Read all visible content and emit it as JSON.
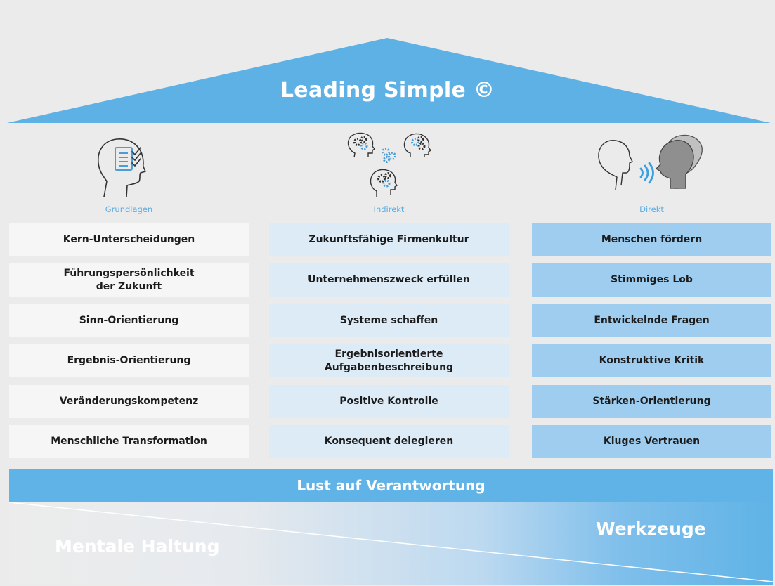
{
  "roof": {
    "title": "Leading Simple ©"
  },
  "columns": [
    {
      "label": "Grundlagen",
      "icon": "head-checklist-icon",
      "items": [
        [
          "Kern-Unterscheidungen"
        ],
        [
          "Führungspersönlichkeit",
          "der Zukunft"
        ],
        [
          "Sinn-Orientierung"
        ],
        [
          "Ergebnis-Orientierung"
        ],
        [
          "Veränderungskompetenz"
        ],
        [
          "Menschliche Transformation"
        ]
      ]
    },
    {
      "label": "Indirekt",
      "icon": "heads-gears-icon",
      "items": [
        [
          "Zukunftsfähige Firmenkultur"
        ],
        [
          "Unternehmenszweck erfüllen"
        ],
        [
          "Systeme schaffen"
        ],
        [
          "Ergebnisorientierte",
          "Aufgabenbeschreibung"
        ],
        [
          "Positive Kontrolle"
        ],
        [
          "Konsequent delegieren"
        ]
      ]
    },
    {
      "label": "Direkt",
      "icon": "heads-talking-icon",
      "items": [
        [
          "Menschen fördern"
        ],
        [
          "Stimmiges Lob"
        ],
        [
          "Entwickelnde Fragen"
        ],
        [
          "Konstruktive Kritik"
        ],
        [
          "Stärken-Orientierung"
        ],
        [
          "Kluges Vertrauen"
        ]
      ]
    }
  ],
  "foundation": {
    "label": "Lust auf Verantwortung"
  },
  "base": {
    "left_label": "Mentale Haltung",
    "right_label": "Werkzeuge"
  },
  "colors": {
    "roof": "#5eb1e5",
    "accent": "#5aade3",
    "column_a": "#f6f6f6",
    "column_b": "#ddebf7",
    "column_c": "#9fcdf0",
    "foundation": "#5fb3e6",
    "background": "#ebebeb"
  }
}
